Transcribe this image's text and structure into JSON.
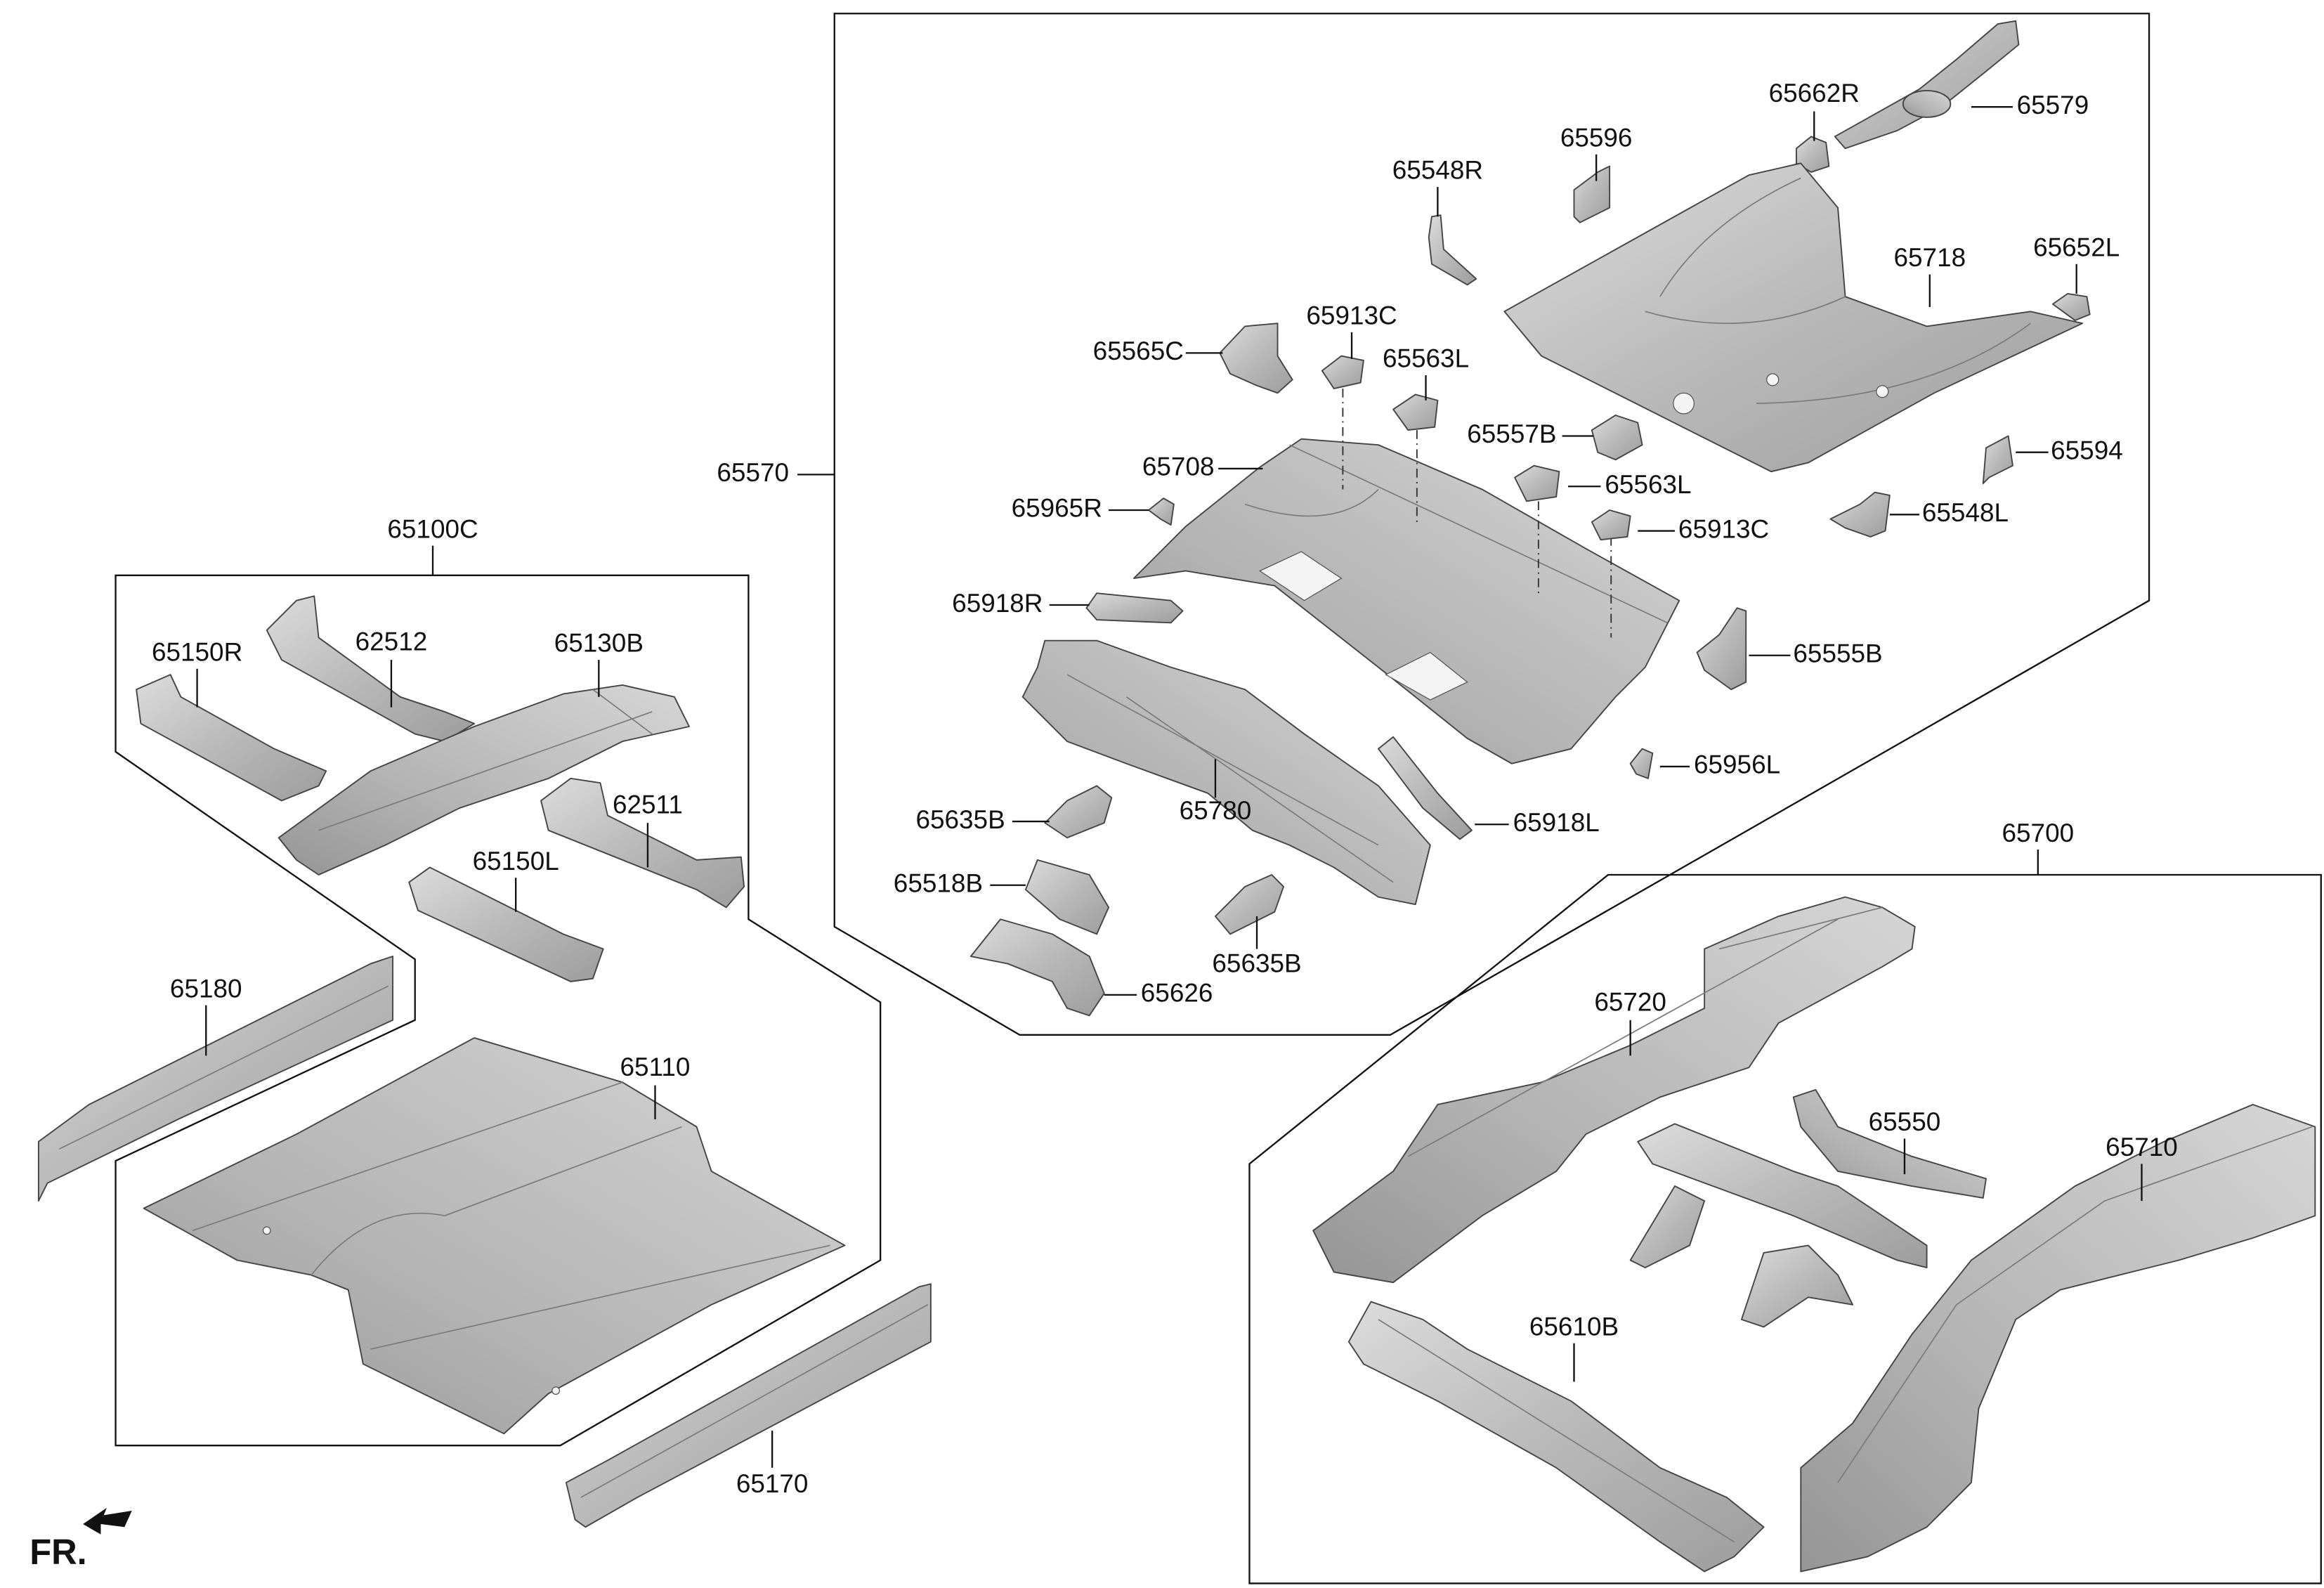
{
  "diagram": {
    "front_indicator": "FR.",
    "colors": {
      "part_fill": "#bdbdbd",
      "line": "#111111",
      "background": "#ffffff"
    },
    "groups": {
      "rear_floor": {
        "number": "65570",
        "parts": [
          "65579",
          "65662R",
          "65596",
          "65548R",
          "65718",
          "65652L",
          "65565C",
          "65913C",
          "65563L",
          "65557B",
          "65708",
          "65563L",
          "65594",
          "65965R",
          "65548L",
          "65913C",
          "65918R",
          "65555B",
          "65956L",
          "65635B",
          "65780",
          "65918L",
          "65518B",
          "65635B",
          "65626"
        ]
      },
      "front_floor": {
        "number": "65100C",
        "parts": [
          "65150R",
          "62512",
          "65130B",
          "62511",
          "65150L",
          "65180",
          "65110",
          "65170"
        ]
      },
      "rear_frame": {
        "number": "65700",
        "parts": [
          "65720",
          "65550",
          "65710",
          "65610B"
        ]
      }
    }
  }
}
